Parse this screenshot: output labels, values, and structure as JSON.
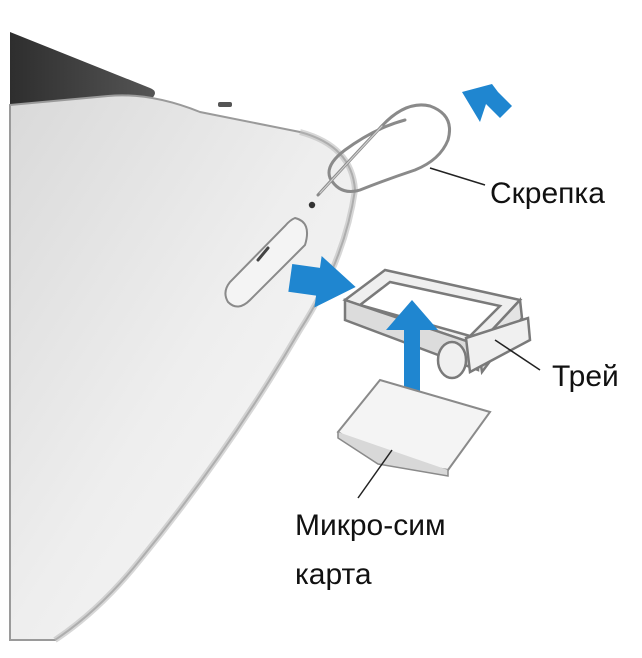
{
  "labels": {
    "paperclip": "Скрепка",
    "tray": "Трей",
    "sim_line1": "Микро-сим",
    "sim_line2": "карта"
  },
  "colors": {
    "arrow": "#1f86d0",
    "device_body": "#e6e6e6",
    "device_edge": "#9a9a9a",
    "device_dark_band": "#3a3a3a",
    "outline": "#7a7a7a"
  },
  "icons": {
    "push_arrow": "arrow-left-down-icon",
    "insert_arrow": "arrow-right-icon",
    "up_arrow": "arrow-up-icon"
  }
}
